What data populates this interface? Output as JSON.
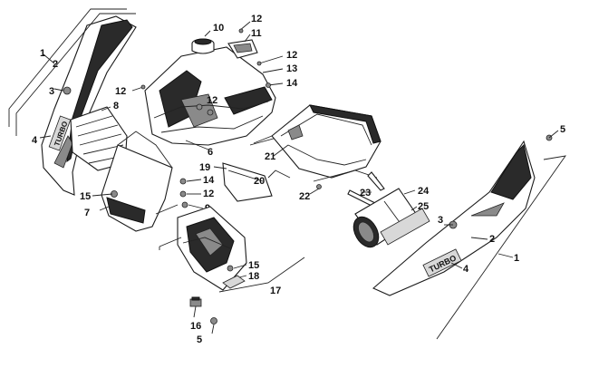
{
  "labels": {
    "l1a": "1",
    "l2a": "2",
    "l3a": "3",
    "l4a": "4",
    "l8": "8",
    "l10": "10",
    "l11": "11",
    "l12a": "12",
    "l12b": "12",
    "l12c": "12",
    "l12d": "12",
    "l13": "13",
    "l14a": "14",
    "l6": "6",
    "l19": "19",
    "l14b": "14",
    "l12e": "12",
    "l9": "9",
    "l15a": "15",
    "l7": "7",
    "l20": "20",
    "l21": "21",
    "l22": "22",
    "l23": "23",
    "l24": "24",
    "l25": "25",
    "l3b": "3",
    "l2b": "2",
    "l4b": "4",
    "l1b": "1",
    "l5a": "5",
    "l15b": "15",
    "l18": "18",
    "l17": "17",
    "l16": "16",
    "l5b": "5"
  },
  "decal": {
    "turbo_right": "TURBO",
    "turbo_left": "TURBO"
  }
}
